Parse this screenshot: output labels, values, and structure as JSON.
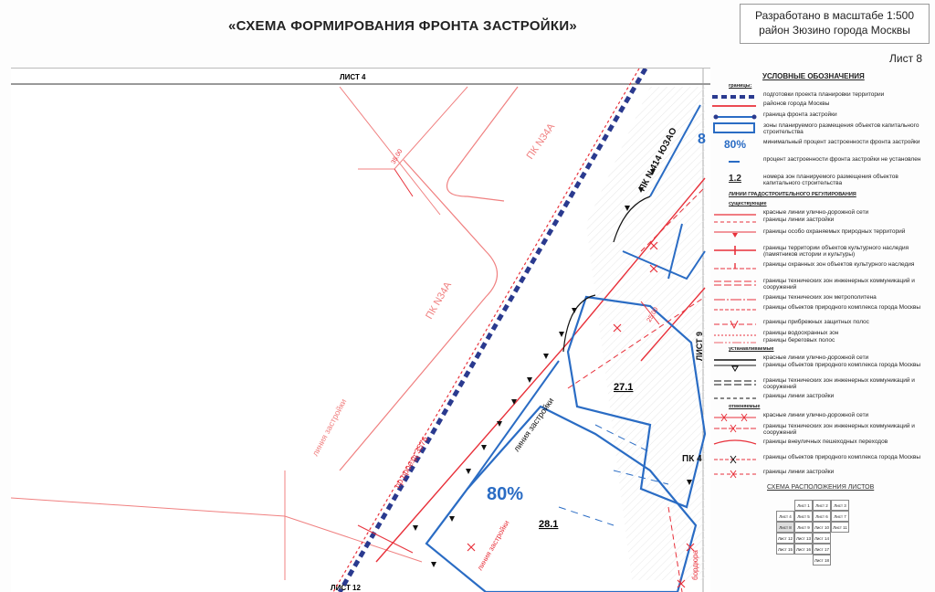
{
  "header": {
    "title": "«СХЕМА ФОРМИРОВАНИЯ ФРОНТА ЗАСТРОЙКИ»",
    "scale_line1": "Разработано в масштабе 1:500",
    "scale_line2": "район Зюзино города Москвы",
    "sheet": "Лист 8"
  },
  "map": {
    "sheet_top": "ЛИСТ 4",
    "sheet_bottom": "ЛИСТ 12",
    "sheet_right": "ЛИСТ 9",
    "pk_34a_top": "ПК N34A",
    "pk_34a_mid": "ПК N34A",
    "pk_414": "ПК N 414 ЮЗАО",
    "pk_right": "ПК 4",
    "street": "пр.проезд 3576",
    "building_line": "линия застройки",
    "building_line_left": "линия застройки",
    "building_line_lower": "линия застройки",
    "zone_27": "27.1",
    "zone_28": "28.1",
    "percent": "80%",
    "percent_edge": "8",
    "dim_1": "35.00",
    "dim_2": "25.00",
    "right_edge_text": "бордюра"
  },
  "legend": {
    "title": "УСЛОВНЫЕ ОБОЗНАЧЕНИЯ",
    "section_borders": "границы:",
    "row1": "подготовки проекта планировки территории",
    "row2": "районов города Москвы",
    "row3": "граница фронта застройки",
    "row4": "зоны планируемого размещения объектов капитального строительства",
    "pct_symbol": "80%",
    "row5": "минимальный процент застроенности фронта застройки",
    "row6": "процент застроенности фронта застройки не установлен",
    "num_symbol": "1.2",
    "row7": "номера зон планируемого размещения объектов капитального строительства",
    "section_lines": "ЛИНИИ ГРАДОСТРОИТЕЛЬНОГО РЕГУЛИРОВАНИЯ",
    "section_existing": "существующие",
    "e1": "красные линии улично-дорожной сети",
    "e2": "границы линии застройки",
    "e3": "границы особо охраняемых природных территорий",
    "e4": "границы территории объектов культурного наследия (памятников истории и культуры)",
    "e5": "границы охранных зон объектов культурного наследия",
    "e6": "границы технических зон инженерных коммуникаций и сооружений",
    "e7": "границы технических зон метрополитена",
    "e8": "границы объектов природного комплекса города Москвы",
    "e9": "границы прибрежных защитных полос",
    "e10": "границы водоохранных зон",
    "e11": "границы береговых полос",
    "section_established": "устанавливаемые",
    "s1": "красные линии улично-дорожной сети",
    "s2": "границы объектов природного комплекса города Москвы",
    "s3": "границы технических зон инженерных коммуникаций и сооружений",
    "s4": "границы линии застройки",
    "section_cancelled": "отменяемые",
    "c1": "красные линии улично-дорожной сети",
    "c2": "границы технических зон инженерных коммуникаций и сооружений",
    "c3": "границы внеуличных пешеходных переходов",
    "c4": "границы объектов природного комплекса города Москвы",
    "c5": "границы линии застройки",
    "keymap_title": "СХЕМА РАСПОЛОЖЕНИЯ ЛИСТОВ",
    "sheets": [
      "Лист 1",
      "Лист 2",
      "Лист 3",
      "Лист 4",
      "Лист 5",
      "Лист 6",
      "Лист 7",
      "Лист 8",
      "Лист 9",
      "Лист 10",
      "Лист 11",
      "Лист 12",
      "Лист 13",
      "Лист 14",
      "Лист 15",
      "Лист 16",
      "Лист 17",
      "Лист 18"
    ]
  },
  "colors": {
    "red": "#e8303a",
    "blue": "#2a6cc4",
    "navy": "#2a3a8f",
    "black": "#111111"
  }
}
